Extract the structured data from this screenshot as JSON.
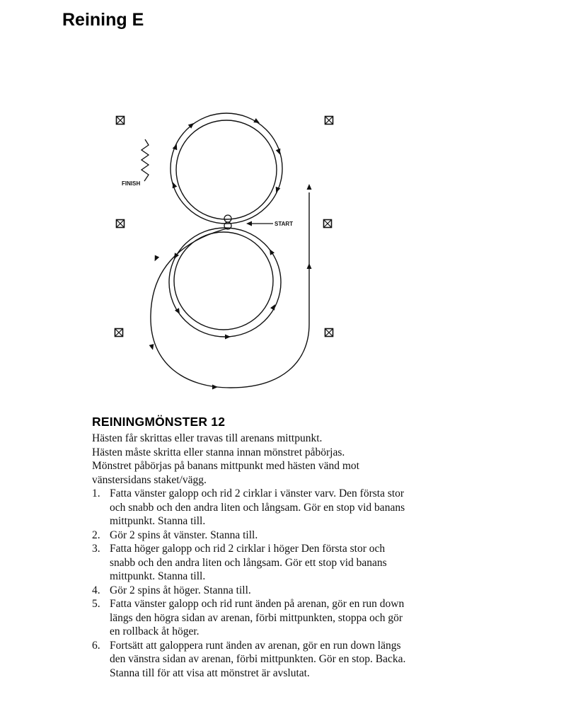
{
  "page": {
    "title": "Reining E"
  },
  "diagram": {
    "finish_label": "FINISH",
    "start_label": "START"
  },
  "pattern": {
    "heading": "REININGMÖNSTER 12",
    "intro": [
      "Hästen får skrittas eller travas till arenans mittpunkt.",
      "Hästen måste skritta eller stanna innan mönstret påbörjas.",
      "Mönstret påbörjas på banans mittpunkt med hästen vänd mot vänstersidans staket/vägg."
    ],
    "steps": [
      {
        "num": "1.",
        "text": "Fatta vänster galopp och rid 2 cirklar i vänster varv. Den första stor och snabb och den andra liten och långsam. Gör en stop vid banans mittpunkt. Stanna till."
      },
      {
        "num": "2.",
        "text": "Gör 2 spins åt vänster. Stanna till."
      },
      {
        "num": "3.",
        "text": "Fatta höger galopp och rid 2 cirklar i höger Den första stor och snabb och den andra liten och långsam. Gör ett stop vid banans mittpunkt. Stanna till."
      },
      {
        "num": "4.",
        "text": "Gör 2 spins åt höger. Stanna till."
      },
      {
        "num": "5.",
        "text": "Fatta vänster galopp och rid runt änden på arenan, gör en run down längs den högra sidan av arenan, förbi mittpunkten, stoppa och gör en rollback åt höger."
      },
      {
        "num": "6.",
        "text": "Fortsätt att galoppera runt änden av arenan, gör en run down längs den vänstra sidan av arenan, förbi mittpunkten. Gör en stop. Backa."
      }
    ],
    "closing": "Stanna till för att visa att mönstret är avslutat."
  }
}
